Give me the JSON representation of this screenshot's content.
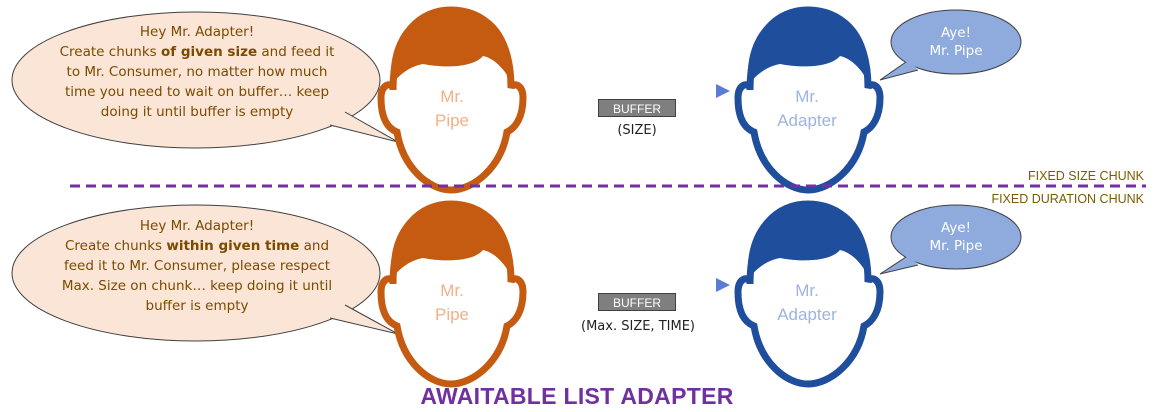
{
  "top": {
    "speech_line1": "Hey Mr. Adapter!",
    "speech_pre": "Create chunks ",
    "speech_bold": "of given size",
    "speech_post": " and feed it to Mr. Consumer, no matter how much time you need to wait on buffer… keep doing it until buffer is empty",
    "pipe_line1": "Mr.",
    "pipe_line2": "Pipe",
    "adapter_line1": "Mr.",
    "adapter_line2": "Adapter",
    "reply_line1": "Aye!",
    "reply_line2": "Mr. Pipe",
    "buffer_label": "BUFFER",
    "buffer_param": "(SIZE)"
  },
  "bottom": {
    "speech_line1": "Hey Mr. Adapter!",
    "speech_pre": "Create chunks ",
    "speech_bold": "within given time",
    "speech_post": " and feed it to Mr. Consumer, please respect Max. Size on chunk… keep doing it until buffer is empty",
    "pipe_line1": "Mr.",
    "pipe_line2": "Pipe",
    "adapter_line1": "Mr.",
    "adapter_line2": "Adapter",
    "reply_line1": "Aye!",
    "reply_line2": "Mr. Pipe",
    "buffer_label": "BUFFER",
    "buffer_param": "(Max. SIZE, TIME)"
  },
  "divider": {
    "upper_label": "FIXED SIZE CHUNK",
    "lower_label": "FIXED DURATION CHUNK"
  },
  "title": "AWAITABLE LIST ADAPTER",
  "colors": {
    "pipe_face": "#c55a11",
    "adapter_face": "#1f4e9c",
    "speech_fill": "#fbe5d6",
    "reply_fill": "#8faadc",
    "divider": "#7030a0"
  }
}
